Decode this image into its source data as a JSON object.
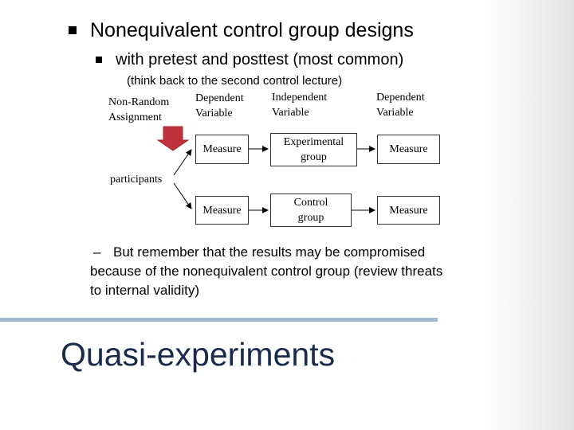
{
  "slide": {
    "bullet1": "Nonequivalent control group designs",
    "bullet2": "with pretest and posttest (most common)",
    "note": "(think back to the second control lecture)",
    "diagram": {
      "col1": [
        "Non-Random",
        "Assignment"
      ],
      "col2": [
        "Dependent",
        "Variable"
      ],
      "col3": [
        "Independent",
        "Variable"
      ],
      "col4": [
        "Dependent",
        "Variable"
      ],
      "participants": "participants",
      "row1": {
        "pretest": "Measure",
        "treatment": [
          "Experimental",
          "group"
        ],
        "posttest": "Measure"
      },
      "row2": {
        "pretest": "Measure",
        "treatment": [
          "Control",
          "group"
        ],
        "posttest": "Measure"
      }
    },
    "dash": "–",
    "caution": [
      "But remember that the results may be compromised",
      "because of the nonequivalent control group (review threats",
      "to internal validity)"
    ],
    "footer_title": "Quasi-experiments"
  },
  "colors": {
    "arrow_red": "#c0323a",
    "rule": "#a3b7d3",
    "text_title": "#1a2a4a"
  }
}
